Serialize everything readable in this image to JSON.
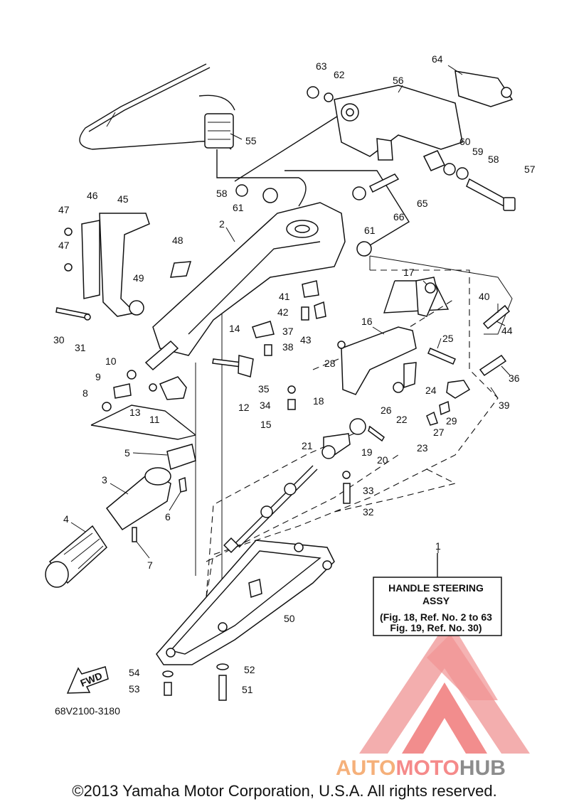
{
  "diagram": {
    "callouts": [
      "1",
      "2",
      "3",
      "4",
      "5",
      "6",
      "7",
      "8",
      "9",
      "10",
      "11",
      "12",
      "13",
      "14",
      "15",
      "16",
      "17",
      "18",
      "19",
      "20",
      "21",
      "22",
      "23",
      "24",
      "25",
      "26",
      "27",
      "28",
      "29",
      "30",
      "31",
      "32",
      "33",
      "34",
      "35",
      "36",
      "37",
      "38",
      "39",
      "40",
      "41",
      "42",
      "43",
      "44",
      "45",
      "46",
      "47",
      "47",
      "48",
      "49",
      "50",
      "51",
      "52",
      "53",
      "54",
      "55",
      "56",
      "57",
      "58",
      "58",
      "59",
      "60",
      "61",
      "61",
      "62",
      "63",
      "64",
      "65",
      "66"
    ],
    "assy_box": {
      "title_line1": "HANDLE STEERING",
      "title_line2": "ASSY",
      "ref_line1": "(Fig. 18, Ref. No. 2 to 63",
      "ref_line2": "Fig. 19, Ref. No. 30)"
    },
    "fwd_arrow": "FWD",
    "diagram_code": "68V2100-3180"
  },
  "watermark": {
    "part1": "AUTO",
    "part2": "MOTO",
    "part3": "HUB",
    "colors": {
      "auto": "#f5b07a",
      "moto": "#f58a8a",
      "hub": "#8c8c8c",
      "logo": "#f08080"
    }
  },
  "copyright": "©2013 Yamaha Motor Corporation, U.S.A. All rights reserved."
}
